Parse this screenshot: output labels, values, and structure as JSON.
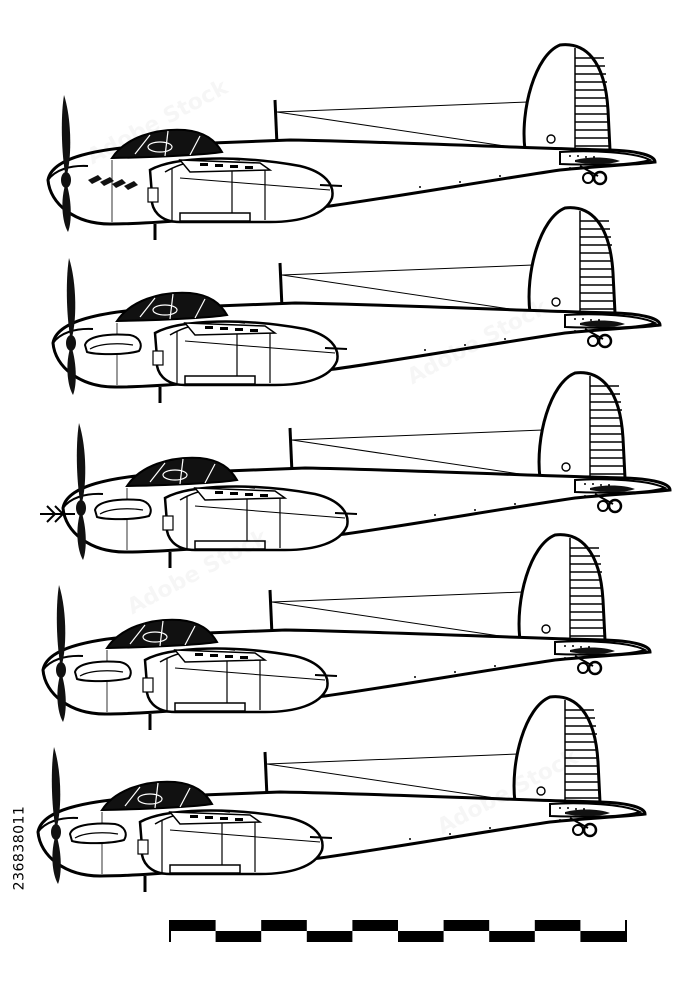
{
  "image": {
    "background": "#ffffff",
    "line_color": "#000000",
    "stock_id": "236838011",
    "watermark_text": "Adobe Stock"
  },
  "drawings": [
    {
      "label": "aircraft-profile-1",
      "nose_variant": "gun-ports",
      "canopy_fill": "#111111"
    },
    {
      "label": "aircraft-profile-2",
      "nose_variant": "plain",
      "canopy_fill": "#111111"
    },
    {
      "label": "aircraft-profile-3",
      "nose_variant": "radar-antenna",
      "canopy_fill": "#111111"
    },
    {
      "label": "aircraft-profile-4",
      "nose_variant": "plain",
      "canopy_fill": "#111111"
    },
    {
      "label": "aircraft-profile-5",
      "nose_variant": "plain",
      "canopy_fill": "#111111"
    }
  ],
  "scale_bar": {
    "segments": 10,
    "colors": [
      "#000000",
      "#ffffff"
    ]
  }
}
